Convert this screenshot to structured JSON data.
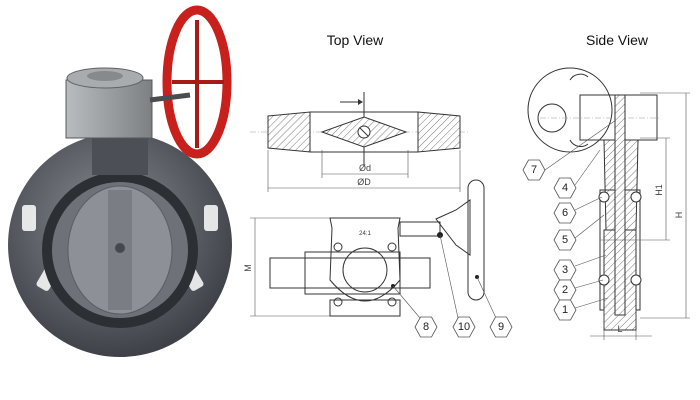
{
  "titles": {
    "top_view": "Top View",
    "side_view": "Side View"
  },
  "dimensions": {
    "inner_diameter": "Ød",
    "outer_diameter": "ØD",
    "height_m": "M",
    "height_h": "H",
    "height_h1": "H1",
    "length_l": "L"
  },
  "gearbox_ratio": "24:1",
  "callouts": {
    "top": [
      "8",
      "10",
      "9"
    ],
    "side": [
      "7",
      "4",
      "6",
      "5",
      "3",
      "2",
      "1"
    ]
  },
  "colors": {
    "handwheel": "#c8201c",
    "valve_body": "#5d6168",
    "gearbox": "#9a9d9f"
  }
}
